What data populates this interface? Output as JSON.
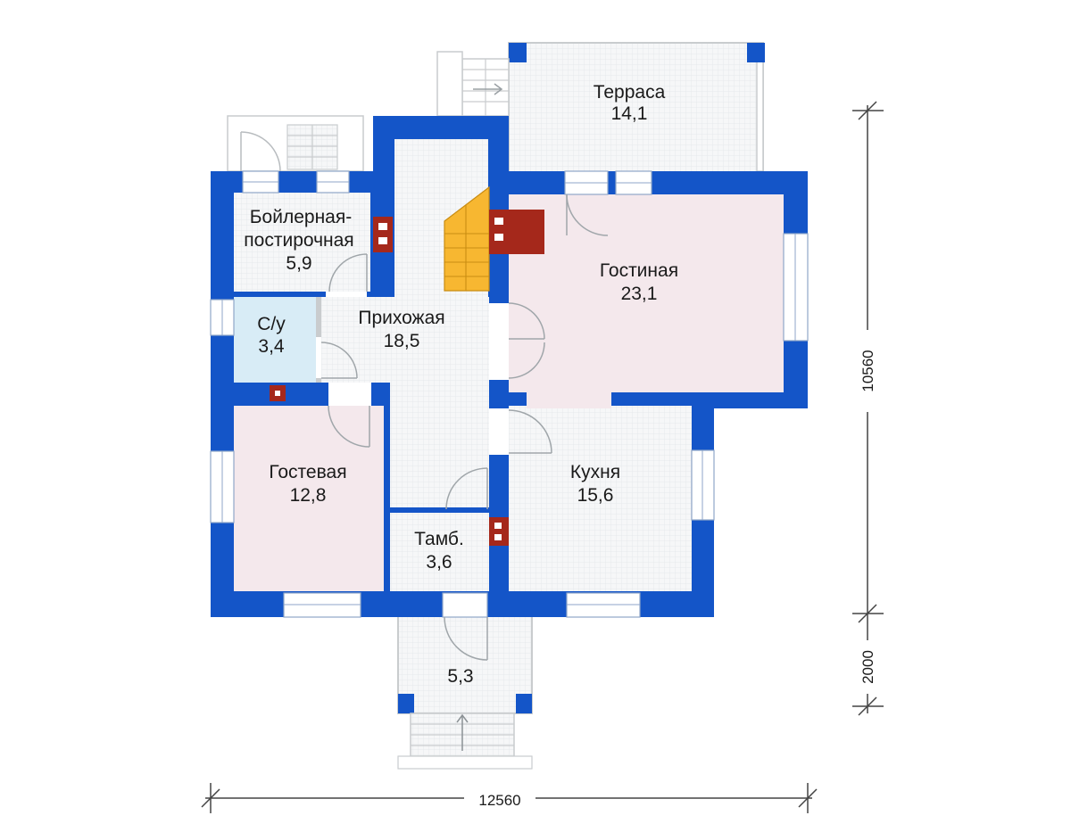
{
  "colors": {
    "wall": "#1455c8",
    "floor_grid": "#f4f6f7",
    "pink_room": "#f4e8ec",
    "bath": "#d8ecf6",
    "stair": "#f7b731",
    "chimney": "#a5281b"
  },
  "rooms": {
    "terrace": {
      "name": "Терраса",
      "area": "14,1"
    },
    "boiler": {
      "name_line1": "Бойлерная-",
      "name_line2": "постирочная",
      "area": "5,9"
    },
    "living": {
      "name": "Гостиная",
      "area": "23,1"
    },
    "wc": {
      "name": "С/у",
      "area": "3,4"
    },
    "hall": {
      "name": "Прихожая",
      "area": "18,5"
    },
    "guest": {
      "name": "Гостевая",
      "area": "12,8"
    },
    "kitchen": {
      "name": "Кухня",
      "area": "15,6"
    },
    "vestibule": {
      "name": "Тамб.",
      "area": "3,6"
    },
    "porch": {
      "area": "5,3"
    }
  },
  "dimensions": {
    "width": "12560",
    "height_main": "10560",
    "height_porch": "2000"
  }
}
